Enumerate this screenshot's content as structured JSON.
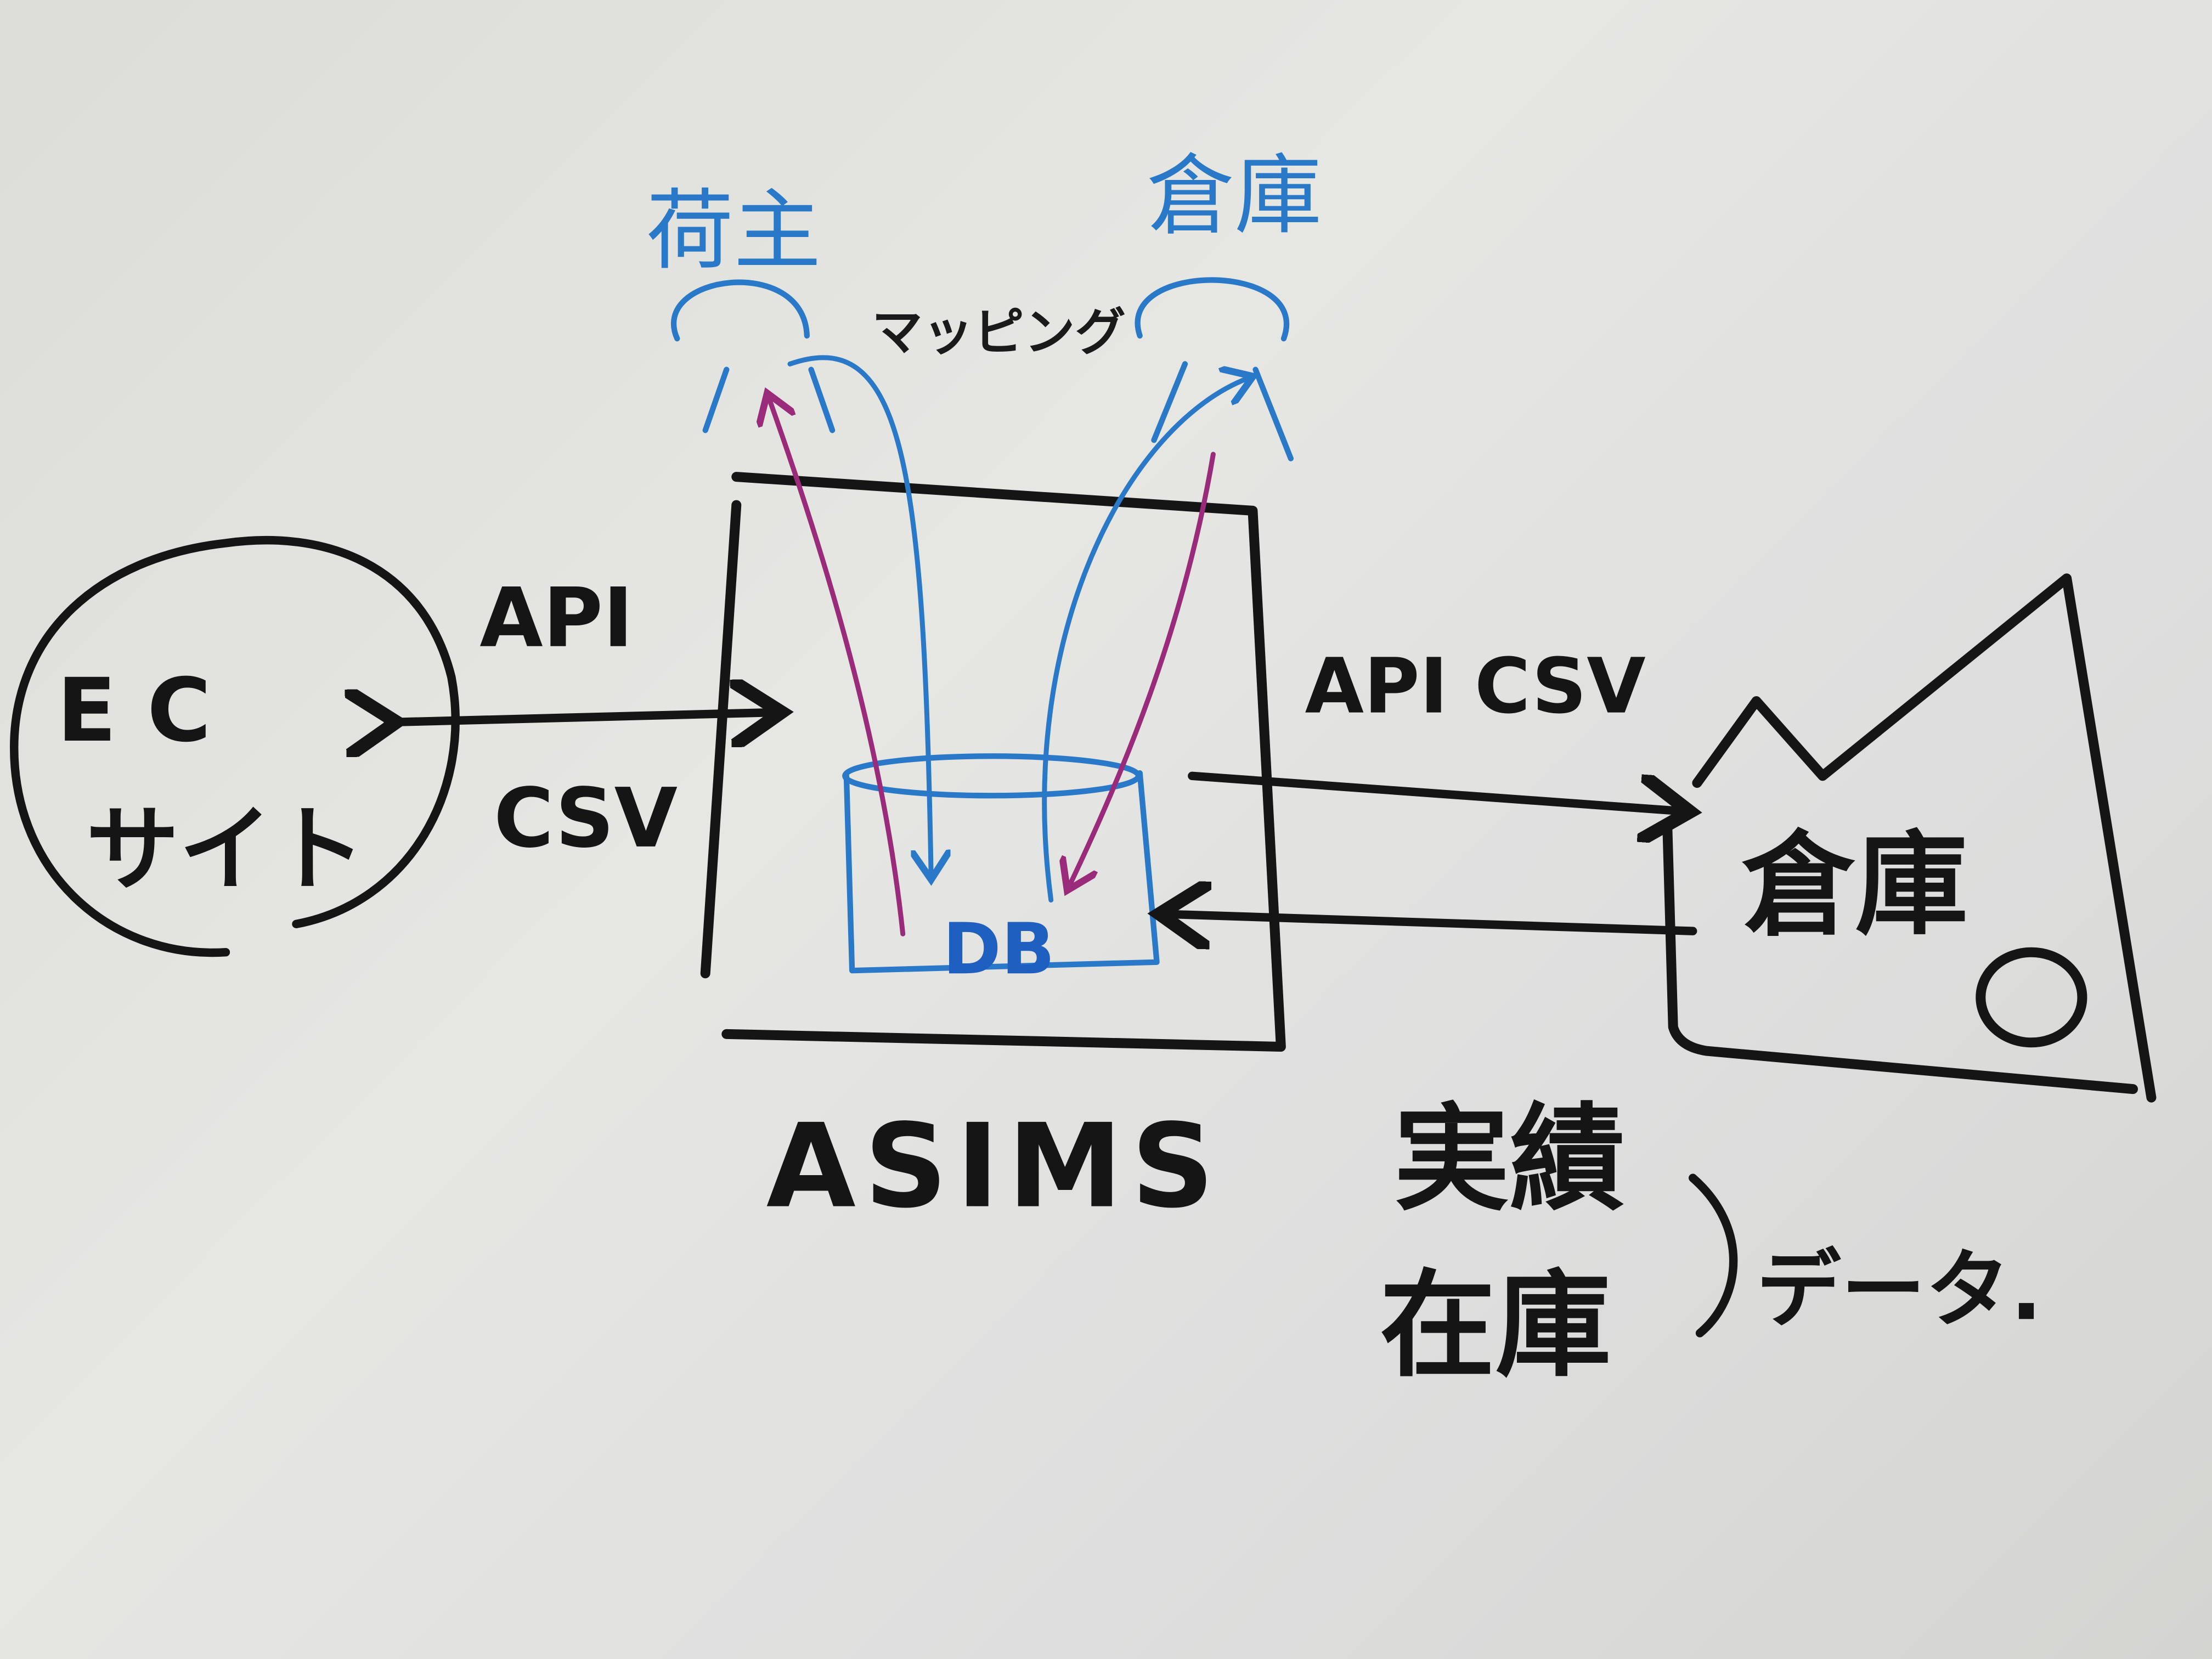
{
  "ec_site": {
    "line1": "E C",
    "line2": "サイト"
  },
  "ec_link": {
    "top": "API",
    "bottom": "CSV"
  },
  "system": {
    "name": "ASIMS",
    "db": "DB"
  },
  "mapping": {
    "shipper": "荷主",
    "warehouse": "倉庫",
    "label": "マッピング"
  },
  "warehouse_link": {
    "label": "API CSV"
  },
  "warehouse": {
    "label": "倉庫"
  },
  "data_note": {
    "line1": "実績",
    "line2": "在庫",
    "suffix": "データ."
  },
  "colors": {
    "black": "#151515",
    "blue": "#2a78c8",
    "magenta": "#9a2a7a",
    "board": "#e2e2df"
  }
}
